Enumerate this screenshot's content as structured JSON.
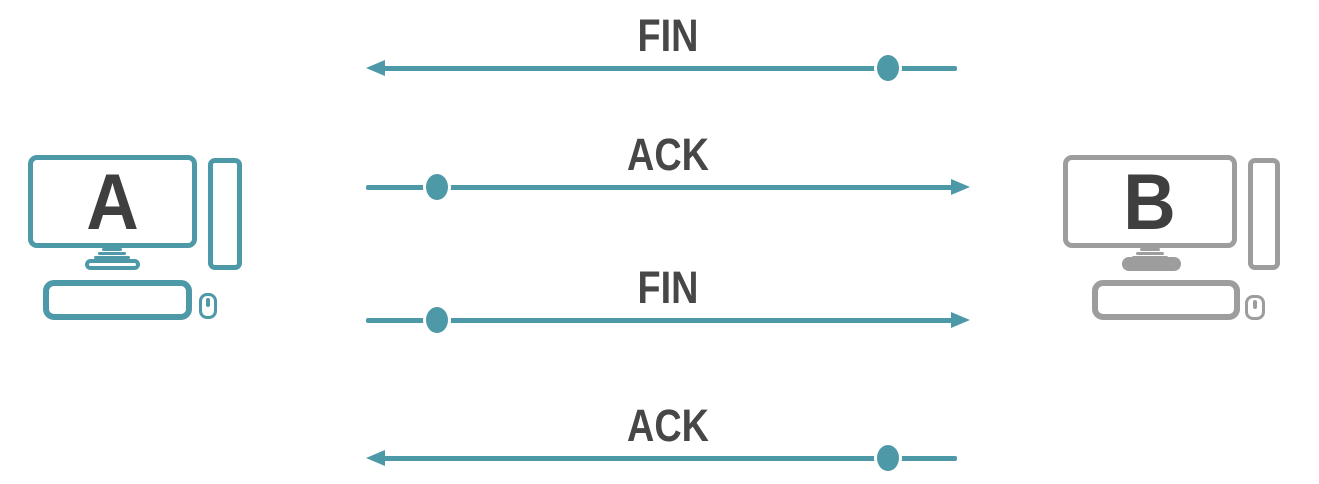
{
  "colors": {
    "background": "#ffffff",
    "host_a": "#4d99a8",
    "host_b": "#9d9d9d",
    "arrow": "#4d99a8",
    "label_text": "#474747",
    "letter_text": "#3f3f3f"
  },
  "hosts": {
    "a": {
      "label": "A"
    },
    "b": {
      "label": "B"
    }
  },
  "messages": [
    {
      "label": "FIN",
      "direction": "left",
      "dot": "right"
    },
    {
      "label": "ACK",
      "direction": "right",
      "dot": "left"
    },
    {
      "label": "FIN",
      "direction": "right",
      "dot": "left"
    },
    {
      "label": "ACK",
      "direction": "left",
      "dot": "right"
    }
  ]
}
